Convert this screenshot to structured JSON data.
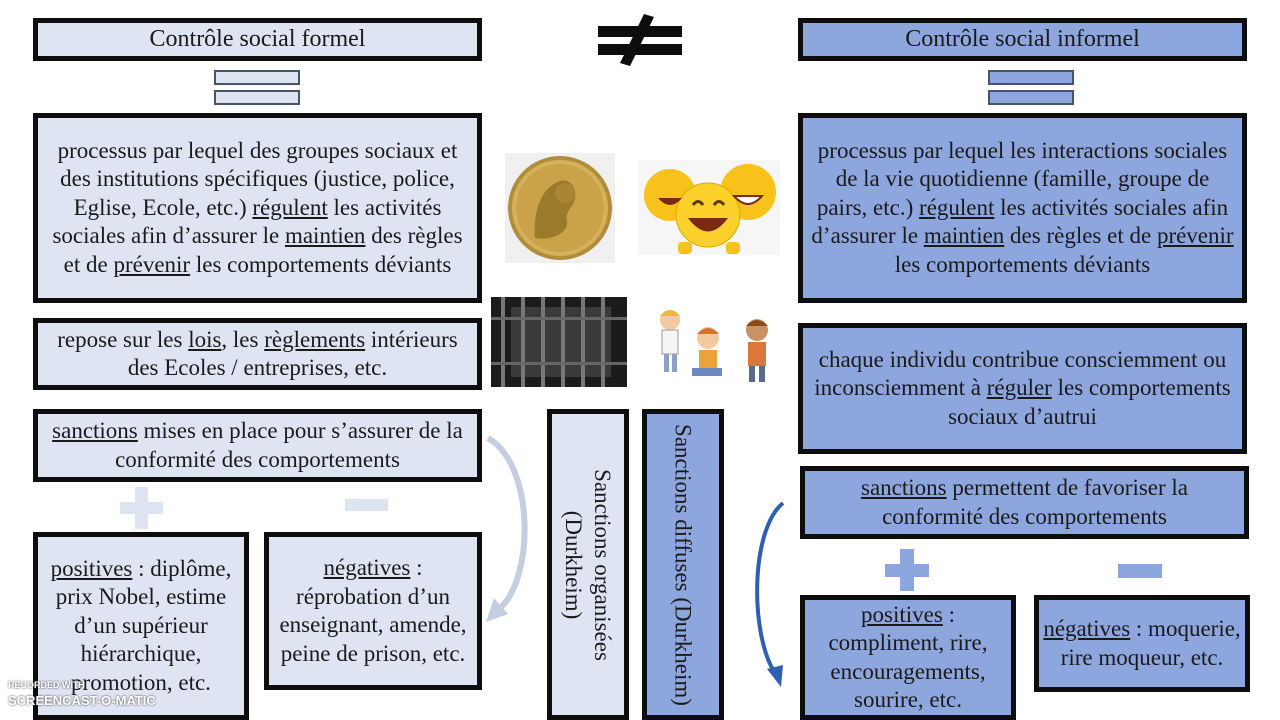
{
  "titles": {
    "formel": "Contrôle social formel",
    "informel": "Contrôle social informel"
  },
  "formel": {
    "def": {
      "t1": "processus par lequel des groupes sociaux et des institutions spécifiques (justice, police, Eglise, Ecole, etc.) ",
      "u1": "régulent",
      "t2": " les activités sociales afin d’assurer le ",
      "u2": "maintien",
      "t3": " des règles et de ",
      "u3": "prévenir",
      "t4": " les comportements déviants"
    },
    "lois": {
      "t1": "repose sur les ",
      "u1": "lois",
      "t2": ", les ",
      "u2": "règlements",
      "t3": " intérieurs des Ecoles / entreprises, etc."
    },
    "sanctions": {
      "u1": "sanctions",
      "t1": " mises en place pour s’assurer de la conformité des comportements"
    },
    "positives": {
      "u1": "positives",
      "t1": " : diplôme, prix Nobel, estime d’un supérieur hiérarchique, promotion, etc."
    },
    "negatives": {
      "u1": "négatives",
      "t1": " : réprobation d’un enseignant, amende, peine de prison, etc."
    }
  },
  "informel": {
    "def": {
      "t1": "processus par lequel les interactions sociales de la vie quotidienne (famille, groupe de pairs, etc.) ",
      "u1": "régulent",
      "t2": " les activités sociales afin d’assurer le ",
      "u2": "maintien",
      "t3": " des règles et de ",
      "u3": "prévenir",
      "t4": " les comportements déviants"
    },
    "individu": {
      "t1": "chaque individu contribue consciemment ou inconsciemment à ",
      "u1": "réguler",
      "t2": " les comportements sociaux d’autrui"
    },
    "sanctions": {
      "u1": "sanctions",
      "t1": " permettent de favoriser la conformité des comportements"
    },
    "positives": {
      "u1": "positives",
      "t1": " : compliment, rire, encouragements, sourire, etc."
    },
    "negatives": {
      "u1": "négatives",
      "t1": " : moquerie, rire moqueur, etc."
    }
  },
  "durkheim": {
    "organisees": "Sanctions organisées (Durkheim)",
    "diffuses": "Sanctions diffuses (Durkheim)"
  },
  "watermark": {
    "line1": "RECORDED WITH",
    "line2": "SCREENCAST-O-MATIC"
  },
  "colors": {
    "light_fill": "#dfe4f3",
    "blue_fill": "#8ea6de",
    "border": "#0d0d0d",
    "plus_minus": "#b4c7e7",
    "arrow_grey": "#c5cde0",
    "arrow_blue": "#2e5fb0"
  }
}
